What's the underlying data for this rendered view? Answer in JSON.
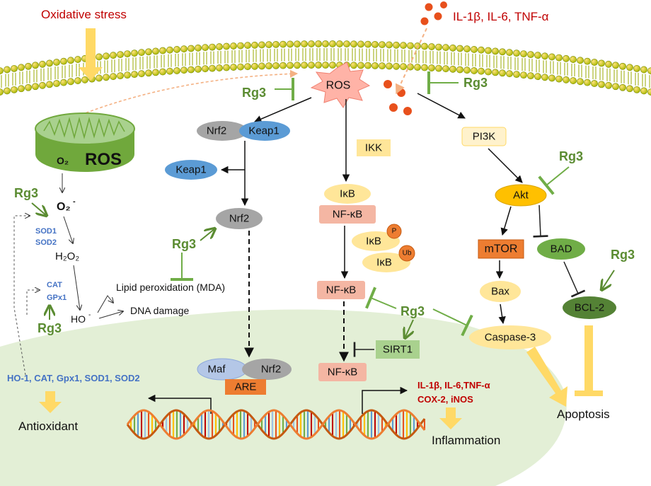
{
  "labels": {
    "oxidative_stress": "Oxidative stress",
    "cytokines_top": "IL-1β, IL-6, TNF-α",
    "ros": "ROS",
    "mito_o2": "O₂",
    "mito_ros": "ROS",
    "o2_radical": "O₂",
    "o2_radical_sup": "-",
    "sod1": "SOD1",
    "sod2": "SOD2",
    "h2o2": "H₂O₂",
    "cat": "CAT",
    "gpx1": "GPx1",
    "ho": "HO",
    "ho_sup": "-",
    "lipid": "Lipid peroxidation (MDA)",
    "dna": "DNA damage",
    "nrf2_complex_nrf2": "Nrf2",
    "nrf2_complex_keap1": "Keap1",
    "keap1": "Keap1",
    "nrf2": "Nrf2",
    "maf": "Maf",
    "nrf2_nucleus": "Nrf2",
    "are": "ARE",
    "antiox_genes": "HO-1, CAT, Gpx1, SOD1, SOD2",
    "antioxidant": "Antioxidant",
    "ikk": "IKK",
    "ikb": "IκB",
    "nfkb_complex": "NF-κB",
    "ikb_p": "IκB",
    "p": "P",
    "ikb_ub": "IκB",
    "ub": "Ub",
    "nfkb_cyto": "NF-κB",
    "sirt1": "SIRT1",
    "nfkb_nucleus": "NF-κB",
    "inflam_genes_1": "IL-1β, IL-6,TNF-α",
    "inflam_genes_2": "COX-2, iNOS",
    "inflammation": "Inflammation",
    "pi3k": "PI3K",
    "akt": "Akt",
    "mtor": "mTOR",
    "bad": "BAD",
    "bax": "Bax",
    "bcl2": "BCL-2",
    "caspase3": "Caspase-3",
    "apoptosis": "Apoptosis",
    "rg3": "Rg3"
  },
  "colors": {
    "membrane_head": "#c8d400",
    "membrane_head_stroke": "#7a8a00",
    "cytokine": "#e8501c",
    "stress_red": "#c00000",
    "rg3_green": "#5b8c32",
    "nucleus_fill": "#e3efd6",
    "mito": "#8bc34a",
    "keap1": "#5b9bd5",
    "nrf2": "#a5a5a5",
    "nfkb": "#f4b6a3",
    "ikb": "#ffe699",
    "pi3k": "#fff2cc",
    "akt": "#ffc000",
    "mtor": "#ed7d31",
    "bad": "#70ad47",
    "sirt1": "#a9d18e",
    "are": "#ed7d31",
    "maf": "#b4c7e7",
    "block_arrow": "#ffd966"
  }
}
